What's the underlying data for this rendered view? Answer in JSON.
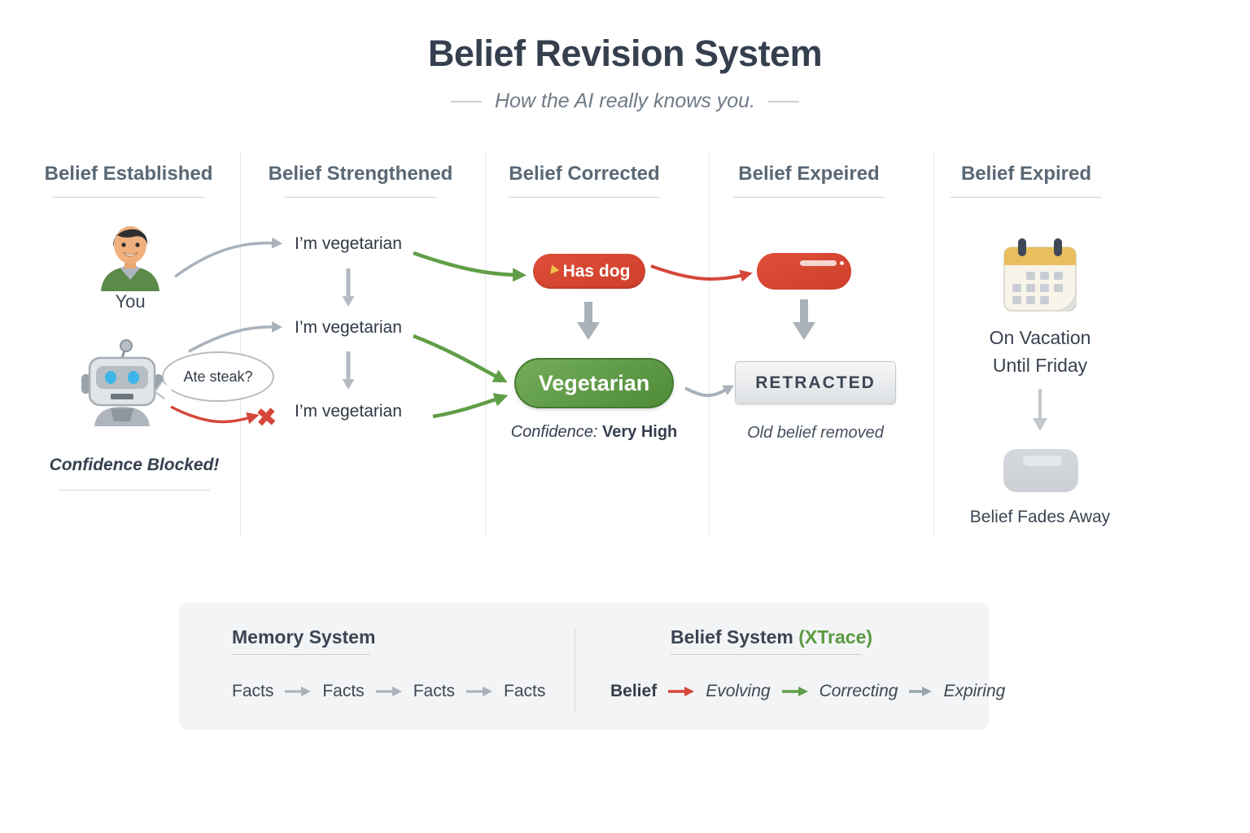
{
  "title": "Belief Revision System",
  "subtitle": "How the AI really knows you.",
  "columns": {
    "established": {
      "header": "Belief Established"
    },
    "strengthened": {
      "header": "Belief Strengthened"
    },
    "corrected": {
      "header": "Belief Corrected"
    },
    "expeired": {
      "header": "Belief Expeired"
    },
    "expired": {
      "header": "Belief Expired"
    }
  },
  "established": {
    "you_label": "You",
    "bubble_text": "Ate steak?",
    "blocked_text": "Confidence Blocked!"
  },
  "strengthened": {
    "messages": [
      "I’m vegetarian",
      "I’m vegetarian",
      "I’m vegetarian"
    ]
  },
  "corrected": {
    "has_dog": "Has dog",
    "vegetarian": "Vegetarian",
    "confidence_label": "Confidence:",
    "confidence_value": "Very High"
  },
  "expeired": {
    "retracted": "RETRACTED",
    "caption": "Old belief removed"
  },
  "expired": {
    "vacation_line1": "On Vacation",
    "vacation_line2": "Until Friday",
    "caption": "Belief Fades Away"
  },
  "legend": {
    "memory_title": "Memory System",
    "memory_items": [
      "Facts",
      "Facts",
      "Facts",
      "Facts"
    ],
    "belief_title": "Belief System",
    "belief_suffix": "(XTrace)",
    "belief_items": [
      "Belief",
      "Evolving",
      "Correcting",
      "Expiring"
    ]
  },
  "icons": {
    "x_mark": "✖"
  },
  "colors": {
    "red": "#d5473a",
    "green": "#5f9e46",
    "gray_arrow": "#a9b1ba",
    "light_arrow": "#c2c8ce",
    "accent_green_text": "#5a9a40",
    "title_text": "#353f4e",
    "panel_bg": "#f3f4f6"
  }
}
